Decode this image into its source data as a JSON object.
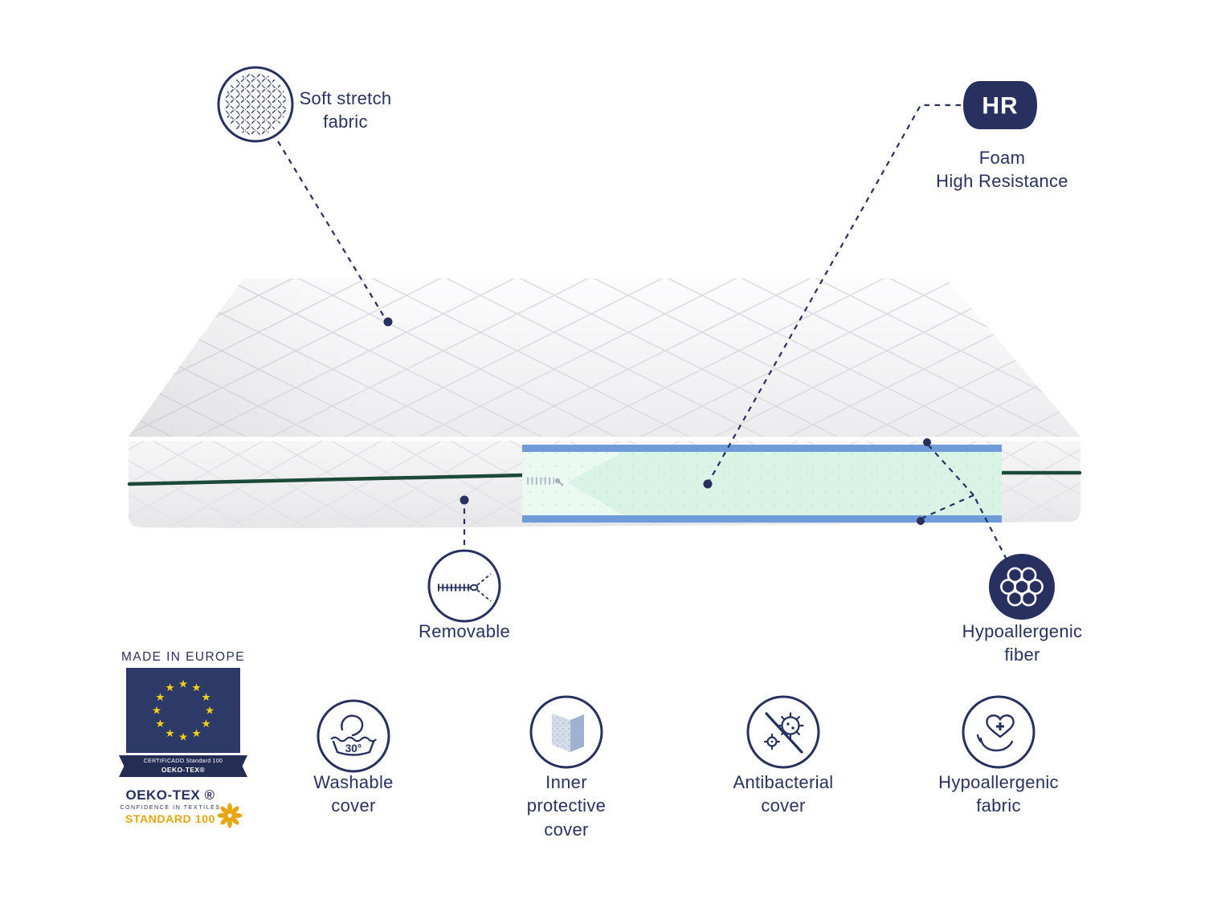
{
  "colors": {
    "navy": "#27305f",
    "text_navy": "#2a3160",
    "mint": "#d9f3e6",
    "mint_light": "#eafaf2",
    "blue_layer": "#6f9cd9",
    "zipper_green": "#1c4a38",
    "flag_navy": "#2d3a68",
    "star_yellow": "#f7d013",
    "gold": "#e7a60e"
  },
  "callouts": {
    "soft_stretch": {
      "label": "Soft stretch\nfabric"
    },
    "foam": {
      "badge": "HR",
      "label": "Foam\nHigh Resistance"
    },
    "removable": {
      "label": "Removable"
    },
    "fiber": {
      "label": "Hypoallergenic\nfiber"
    }
  },
  "certifications": {
    "made_in": "MADE IN EUROPE",
    "ribbon_line1": "CERTIFICADO Standard 100",
    "ribbon_line2": "OEKO-TEX®",
    "brand": "OEKO-TEX ®",
    "tagline": "CONFIDENCE IN TEXTILES",
    "standard": "STANDARD 100"
  },
  "features": [
    {
      "id": "washable",
      "icon": "hand-wash-30-icon",
      "label": "Washable\ncover",
      "value": "30°"
    },
    {
      "id": "inner-protective",
      "icon": "protective-cover-icon",
      "label": "Inner\nprotective\ncover"
    },
    {
      "id": "antibacterial",
      "icon": "no-bacteria-icon",
      "label": "Antibacterial\ncover"
    },
    {
      "id": "hypoallergenic",
      "icon": "hand-heart-cross-icon",
      "label": "Hypoallergenic\nfabric"
    }
  ],
  "icons": {
    "soft_stretch": "fabric-weave-icon",
    "foam": "hr-badge-icon",
    "removable": "zipper-icon",
    "fiber": "fiber-cluster-icon",
    "flag": "eu-flag-icon",
    "oeko_flower": "oeko-tex-flower-icon"
  }
}
